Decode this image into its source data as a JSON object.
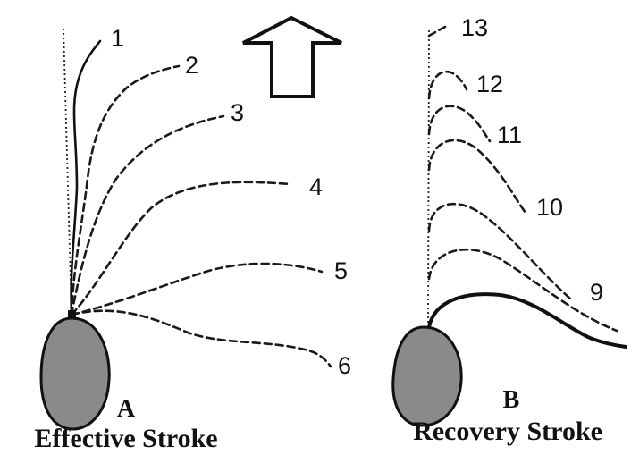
{
  "panel_a": {
    "letter": "A",
    "caption": "Effective Stroke",
    "position_labels": [
      "1",
      "2",
      "3",
      "4",
      "5",
      "6"
    ]
  },
  "panel_b": {
    "letter": "B",
    "caption": "Recovery Stroke",
    "position_labels": [
      "9",
      "10",
      "11",
      "12",
      "13"
    ]
  },
  "arrow": {
    "icon": "up-arrow-icon",
    "meaning": ""
  }
}
